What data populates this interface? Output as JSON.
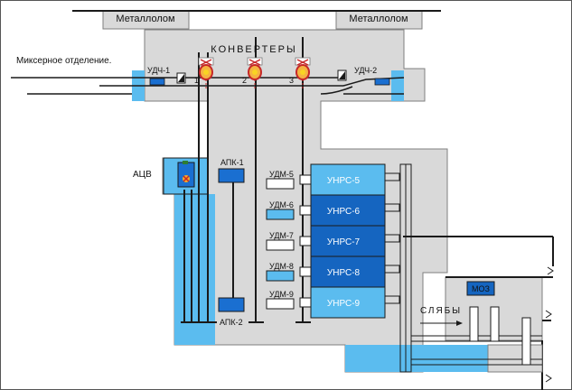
{
  "labels": {
    "scrap_left": "Металлолом",
    "scrap_right": "Металлолом",
    "converters": "КОНВЕРТЕРЫ",
    "mixer": "Миксерное отделение.",
    "udch1": "УДЧ-1",
    "udch2": "УДЧ-2",
    "conv1": "1",
    "conv2": "2",
    "conv3": "3",
    "acv": "АЦВ",
    "apk1": "АПК-1",
    "apk2": "АПК-2",
    "moz": "МОЗ",
    "slabs": "СЛЯБЫ",
    "udm": [
      "УДМ-5",
      "УДМ-6",
      "УДМ-7",
      "УДМ-8",
      "УДМ-9"
    ],
    "unrs": [
      "УНРС-5",
      "УНРС-6",
      "УНРС-7",
      "УНРС-8",
      "УНРС-9"
    ]
  },
  "colors": {
    "floor": "#d9d9d9",
    "outline": "#7f7f7f",
    "light_blue": "#5bbcef",
    "dark_blue": "#1a6fd1",
    "unit_blue": "#1565c0",
    "line": "#1a1a1a"
  },
  "icons": [
    "converter-icon",
    "ladle-car-icon",
    "alloying-unit-icon"
  ]
}
